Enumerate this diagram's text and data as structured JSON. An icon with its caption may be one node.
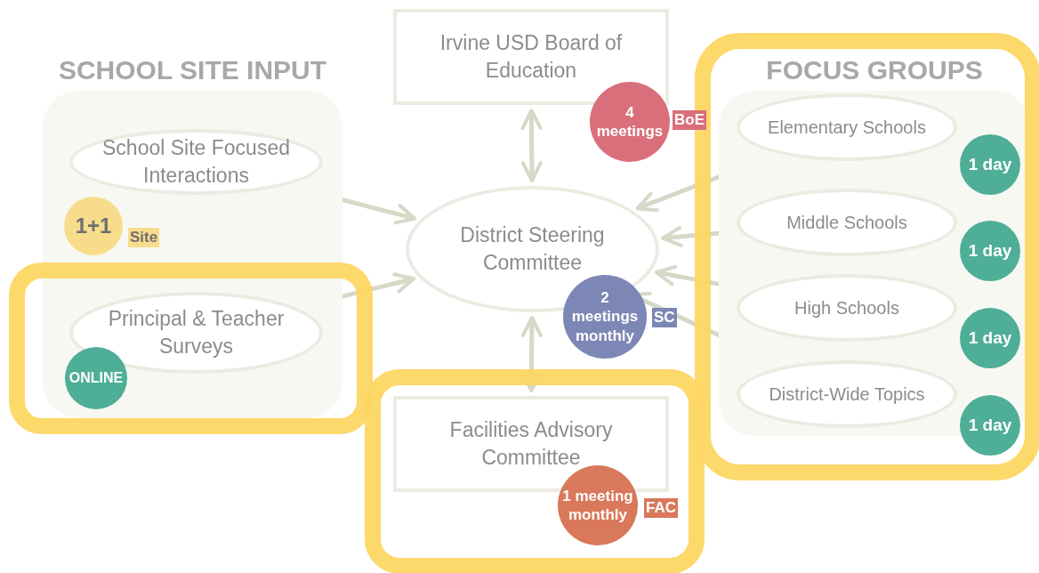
{
  "diagram": {
    "nodes": [
      {
        "text": [
          "SCHOOL SITE INPUT"
        ]
      },
      {
        "text": [
          "School Site Focused Interactions"
        ],
        "in": 0,
        "beside": [
          "1+1",
          "Site"
        ]
      },
      {
        "text": [
          "Principal & Teacher Surveys"
        ],
        "in": 0,
        "beside": [
          "ONLINE"
        ]
      },
      {
        "text": [
          "Irvine USD Board of Education"
        ],
        "beside": [
          "4 meetings",
          "BoE"
        ]
      },
      {
        "text": [
          "District Steering Committee"
        ],
        "beside": [
          "2 meetings monthly",
          "SC"
        ]
      },
      {
        "text": [
          "Facilities Advisory Committee"
        ],
        "beside": [
          "1 meeting monthly",
          "FAC"
        ]
      },
      {
        "text": [
          "FOCUS GROUPS"
        ]
      },
      {
        "text": [
          "Elementary Schools"
        ],
        "in": 6,
        "beside": [
          "1 day"
        ]
      },
      {
        "text": [
          "Middle Schools"
        ],
        "in": 6,
        "beside": [
          "1 day"
        ]
      },
      {
        "text": [
          "High Schools"
        ],
        "in": 6,
        "beside": [
          "1 day"
        ]
      },
      {
        "text": [
          "District-Wide Topics"
        ],
        "in": 6,
        "beside": [
          "1 day"
        ]
      }
    ],
    "edges": [
      {
        "from": 1,
        "to": 4,
        "arrow": "to"
      },
      {
        "from": 2,
        "to": 4,
        "arrow": "to"
      },
      {
        "from": 3,
        "to": 4,
        "arrow": "both"
      },
      {
        "from": 4,
        "to": 5,
        "arrow": "both"
      },
      {
        "from": 7,
        "to": 4,
        "arrow": "to"
      },
      {
        "from": 8,
        "to": 4,
        "arrow": "to"
      },
      {
        "from": 9,
        "to": 4,
        "arrow": "to"
      },
      {
        "from": 10,
        "to": 4,
        "arrow": "to"
      }
    ]
  }
}
